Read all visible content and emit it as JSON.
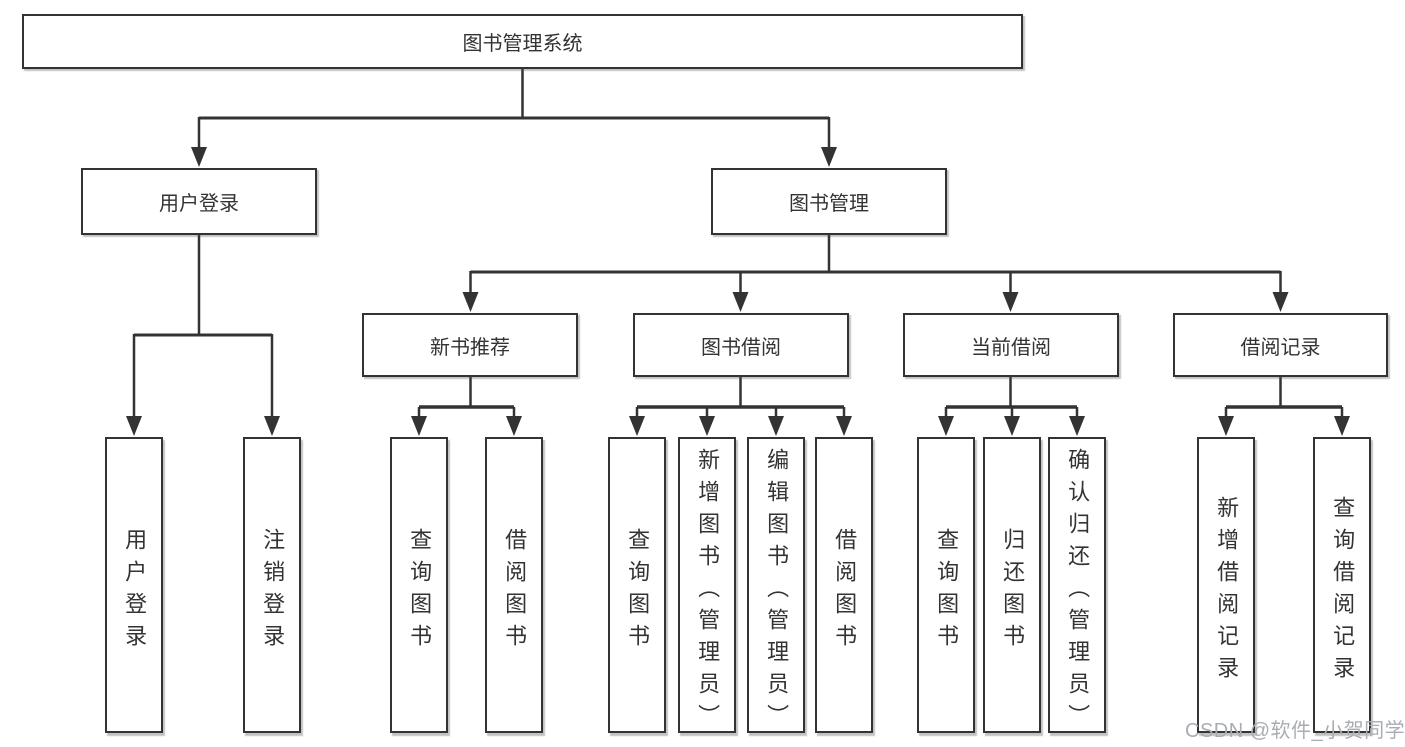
{
  "diagram": {
    "type": "hierarchy-tree",
    "colors": {
      "line": "#333333",
      "text": "#333333",
      "box_background": "#ffffff",
      "watermark": "#a9adb3"
    }
  },
  "tree": {
    "root": {
      "label": "图书管理系统"
    },
    "children": [
      {
        "label": "用户登录",
        "children": [
          {
            "label": "用户登录"
          },
          {
            "label": "注销登录"
          }
        ]
      },
      {
        "label": "图书管理",
        "children": [
          {
            "label": "新书推荐",
            "children": [
              {
                "label": "查询图书"
              },
              {
                "label": "借阅图书"
              }
            ]
          },
          {
            "label": "图书借阅",
            "children": [
              {
                "label": "查询图书"
              },
              {
                "label": "新增图书（管理员）"
              },
              {
                "label": "编辑图书（管理员）"
              },
              {
                "label": "借阅图书"
              }
            ]
          },
          {
            "label": "当前借阅",
            "children": [
              {
                "label": "查询图书"
              },
              {
                "label": "归还图书"
              },
              {
                "label": "确认归还（管理员）"
              }
            ]
          },
          {
            "label": "借阅记录",
            "children": [
              {
                "label": "新增借阅记录"
              },
              {
                "label": "查询借阅记录"
              }
            ]
          }
        ]
      }
    ]
  },
  "watermark": {
    "text": "CSDN @软件_小贺同学"
  }
}
